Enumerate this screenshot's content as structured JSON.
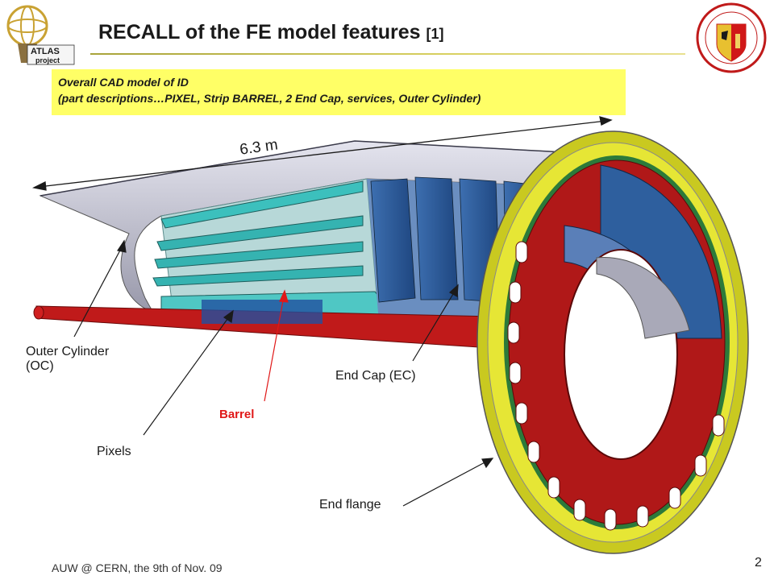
{
  "slide": {
    "title": "RECALL of the FE model features",
    "title_ref": "[1]",
    "caption_line1": "Overall CAD model of ID",
    "caption_line2": "(part descriptions…PIXEL, Strip BARREL, 2 End Cap, services, Outer Cylinder)",
    "footer": "AUW @ CERN, the 9th of Nov. 09",
    "page_number": "2"
  },
  "logos": {
    "atlas_text_1": "ATLAS",
    "atlas_text_2": "project"
  },
  "labels": {
    "dimension": "6.3 m",
    "outer_cylinder_1": "Outer Cylinder",
    "outer_cylinder_2": "(OC)",
    "end_cap": "End Cap (EC)",
    "barrel": "Barrel",
    "pixels": "Pixels",
    "end_flange": "End flange"
  },
  "colors": {
    "flange_red": "#b01818",
    "ring_yellow": "#e6e635",
    "endcap_blue": "#2e5f9e",
    "barrel_teal": "#39b7b5",
    "caption_bg": "#ffff66",
    "barrel_label": "#e01818"
  }
}
